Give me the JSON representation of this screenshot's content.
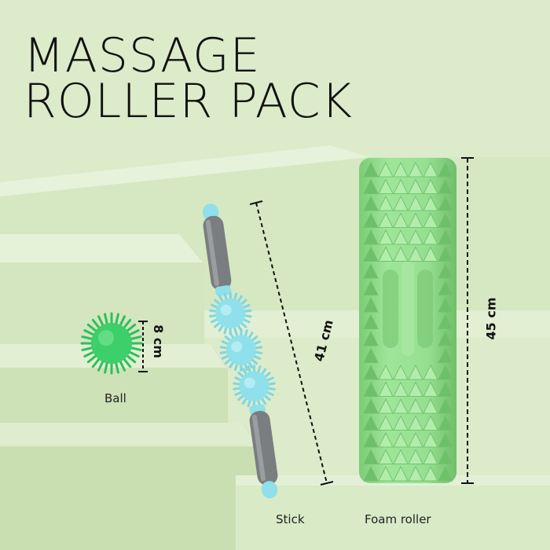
{
  "title": {
    "line1": "MASSAGE",
    "line2": "ROLLER PACK"
  },
  "products": {
    "ball": {
      "label": "Ball",
      "size": "8 cm"
    },
    "stick": {
      "label": "Stick",
      "size": "41 cm"
    },
    "roller": {
      "label": "Foam roller",
      "size": "45 cm"
    }
  },
  "colors": {
    "background": "#dcebc9",
    "step_light": "#e4f1d4",
    "step_shadow": "#cfe2ba",
    "roller_green": "#8fdc8a",
    "ball_green": "#3ccf6a",
    "stick_blue": "#8fe0ea",
    "handle_gray": "#7a7e80"
  }
}
